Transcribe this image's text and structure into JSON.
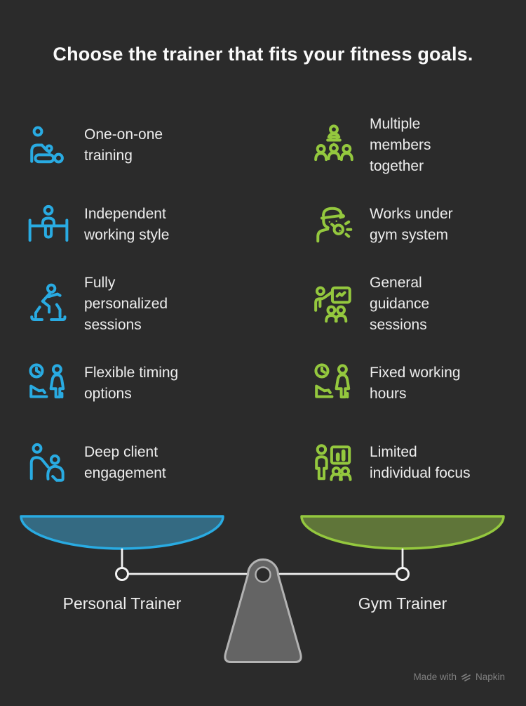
{
  "title": "Choose the trainer that fits your fitness goals.",
  "columns": {
    "left": {
      "label": "Personal Trainer",
      "accent": "#29abe2",
      "pan_fill": "#346a82",
      "items": [
        {
          "icon": "one-on-one-training-icon",
          "label": "One-on-one\ntraining"
        },
        {
          "icon": "independent-working-icon",
          "label": "Independent\nworking style"
        },
        {
          "icon": "personalized-sessions-icon",
          "label": "Fully\npersonalized\nsessions"
        },
        {
          "icon": "flexible-timing-icon",
          "label": "Flexible timing\noptions"
        },
        {
          "icon": "client-engagement-icon",
          "label": "Deep client\nengagement"
        }
      ]
    },
    "right": {
      "label": "Gym Trainer",
      "accent": "#94c83e",
      "pan_fill": "#5f7539",
      "items": [
        {
          "icon": "multiple-members-icon",
          "label": "Multiple\nmembers\ntogether"
        },
        {
          "icon": "gym-system-icon",
          "label": "Works under\ngym system"
        },
        {
          "icon": "general-guidance-icon",
          "label": "General\nguidance\nsessions"
        },
        {
          "icon": "fixed-hours-icon",
          "label": "Fixed working\nhours"
        },
        {
          "icon": "limited-focus-icon",
          "label": "Limited\nindividual focus"
        }
      ]
    }
  },
  "watermark": {
    "prefix": "Made with",
    "brand": "Napkin",
    "logo_icon": "napkin-logo-icon"
  },
  "colors": {
    "background": "#2b2b2b",
    "title_text": "#fafafa",
    "item_text": "#ededed",
    "blue": "#29abe2",
    "blue_fill": "#346a82",
    "green": "#94c83e",
    "green_fill": "#5f7539",
    "beam": "#f2f2f2",
    "fulcrum_fill": "#646464",
    "fulcrum_stroke": "#b3b3b3",
    "watermark": "#7f7f7f"
  }
}
